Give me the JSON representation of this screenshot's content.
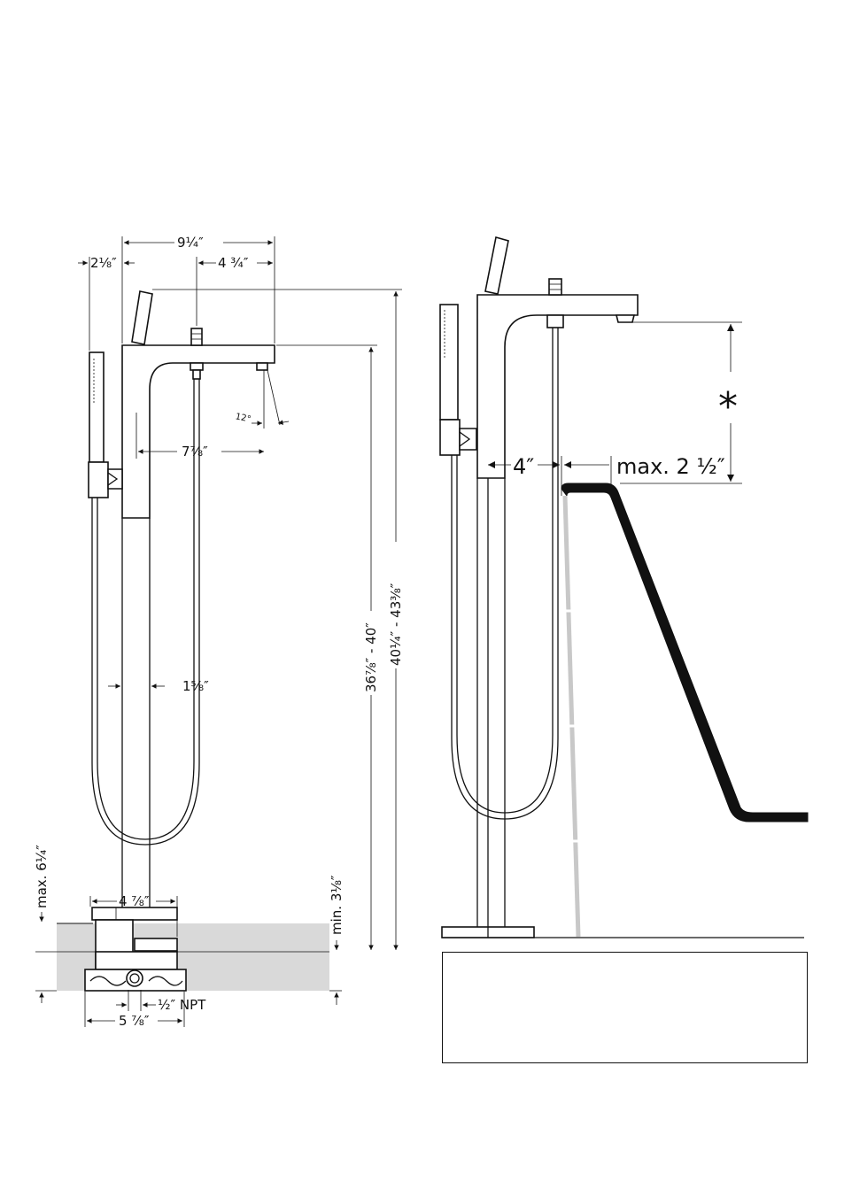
{
  "left_view": {
    "dim_total_width": "9¼″",
    "dim_handshower_offset": "2⅛″",
    "dim_spout_reach": "4 ¾″",
    "dim_spout_angle": "12°",
    "dim_spout_projection": "7⅞″",
    "dim_column_diameter": "1⅝″",
    "dim_height_spout": "36⅞″ - 40″",
    "dim_height_total": "40¼″ - 43⅜″",
    "dim_max_depth": "max. 6¼″",
    "dim_min_depth": "min. 3⅛″",
    "dim_rough_width": "4 ⅞″",
    "dim_inlet": "½″ NPT",
    "dim_base_width": "5 ⅞″"
  },
  "right_view": {
    "dim_column_clearance": "4″",
    "dim_max_overhang": "max. 2 ½″",
    "star_note": "*"
  },
  "colors": {
    "line": "#111111",
    "floor": "#d9d9d9",
    "guide_gray": "#c8c8c8"
  }
}
